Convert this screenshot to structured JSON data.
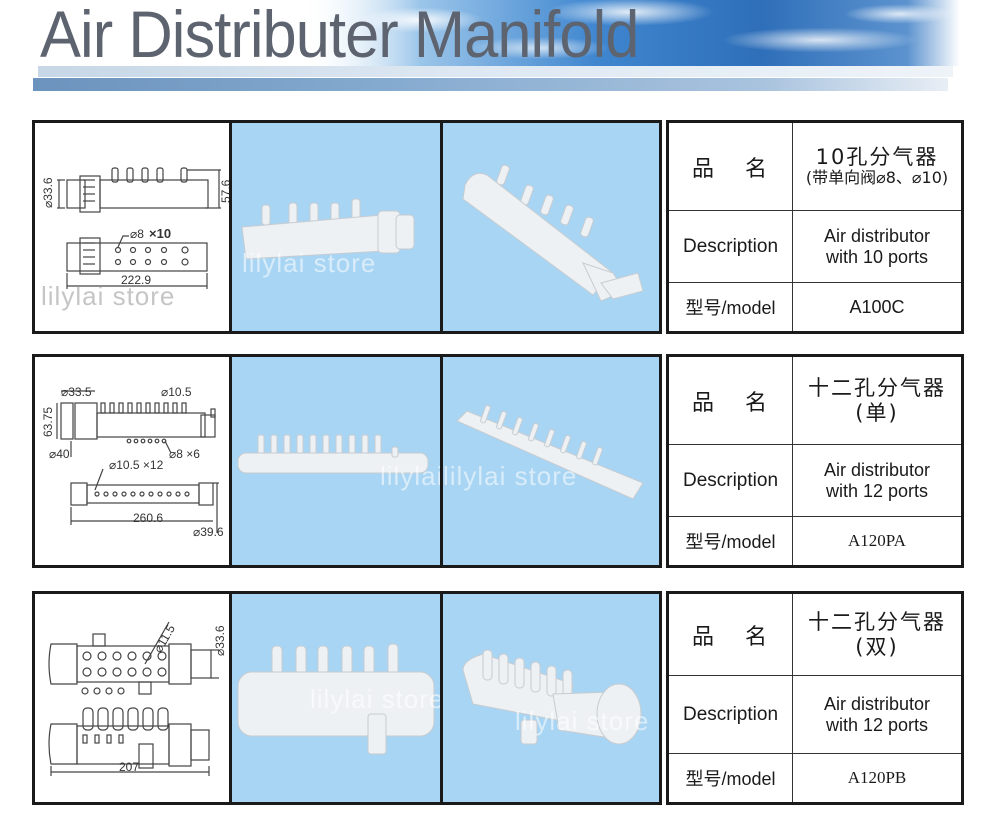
{
  "header": {
    "title": "Air Distributer Manifold",
    "colors": {
      "title_text": "#5d6470",
      "bar": "#86abd0",
      "sky": "#3f86cf"
    }
  },
  "colors": {
    "photo_background": "#a8d5f3",
    "border": "#1a1a1a"
  },
  "watermark": "lilylai store",
  "spec_labels": {
    "name": "品 名",
    "description": "Description",
    "model": "型号/model"
  },
  "products": [
    {
      "name_main": "10孔分气器",
      "name_sub": "(带单向阀⌀8、⌀10)",
      "description_line1": "Air distributor",
      "description_line2": "with 10 ports",
      "model": "A100C",
      "drawing": {
        "dims": [
          "⌀33.6",
          "57.6",
          "⌀8",
          "×10",
          "222.9"
        ]
      }
    },
    {
      "name_main": "十二孔分气器",
      "name_sub": "(单)",
      "description_line1": "Air distributor",
      "description_line2": "with 12 ports",
      "model": "A120PA",
      "drawing": {
        "dims": [
          "⌀33.5",
          "⌀10.5",
          "63.75",
          "⌀40",
          "⌀8 ×6",
          "⌀10.5 ×12",
          "260.6",
          "⌀39.6"
        ]
      }
    },
    {
      "name_main": "十二孔分气器",
      "name_sub": "(双)",
      "description_line1": "Air distributor",
      "description_line2": "with 12 ports",
      "model": "A120PB",
      "drawing": {
        "dims": [
          "⌀11.5",
          "⌀33.6",
          "207"
        ]
      }
    }
  ]
}
